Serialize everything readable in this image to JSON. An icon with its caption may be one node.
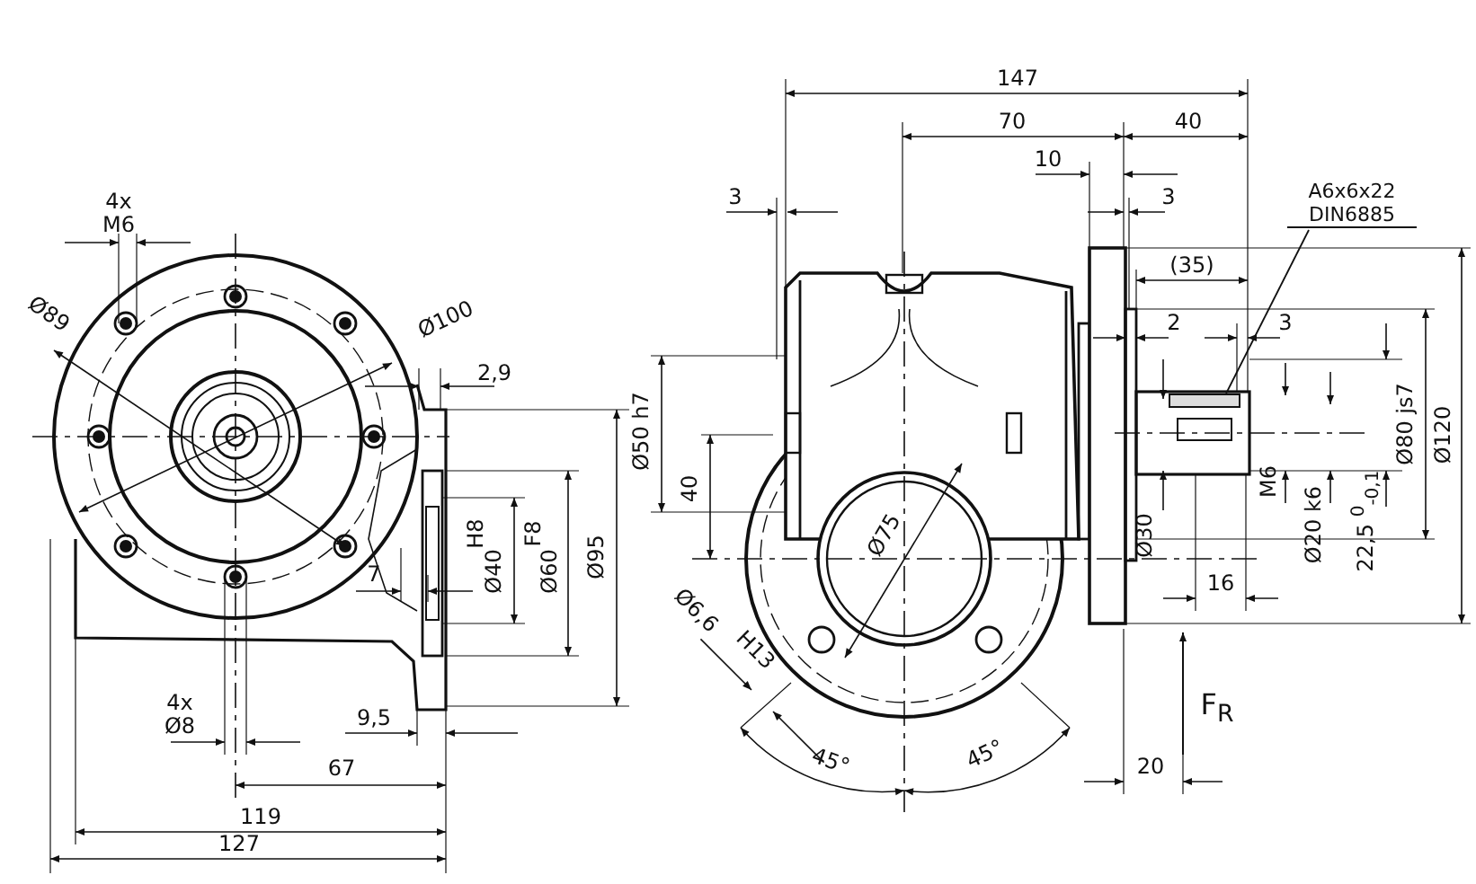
{
  "diagram": {
    "nodes": [
      {
        "text": [
          "A6x6x22 DIN6885"
        ]
      },
      {
        "text": [],
        "shape": "bar"
      }
    ],
    "edges": [
      {
        "from": 0,
        "to": 1,
        "arrow": "none"
      }
    ],
    "labels": [
      "147",
      "70",
      "40",
      "10",
      "3",
      "3",
      "4x M6",
      "(35)",
      "Ø89",
      "Ø100",
      "2",
      "3",
      "2,9",
      "Ø50 h7",
      "Ø120",
      "Ø80 js7",
      "H8",
      "F8",
      "Ø95",
      "40",
      "M6",
      "Ø40",
      "Ø60",
      "Ø75",
      "Ø30",
      "Ø20 k6",
      "22,5 $^{0}$$_{-0,1}$",
      "7",
      "16",
      "Ø6,6",
      "H13",
      "4x Ø8",
      "9,5",
      "F$_{R}$",
      "67",
      "45°",
      "45°",
      "20",
      "119",
      "127"
    ]
  }
}
